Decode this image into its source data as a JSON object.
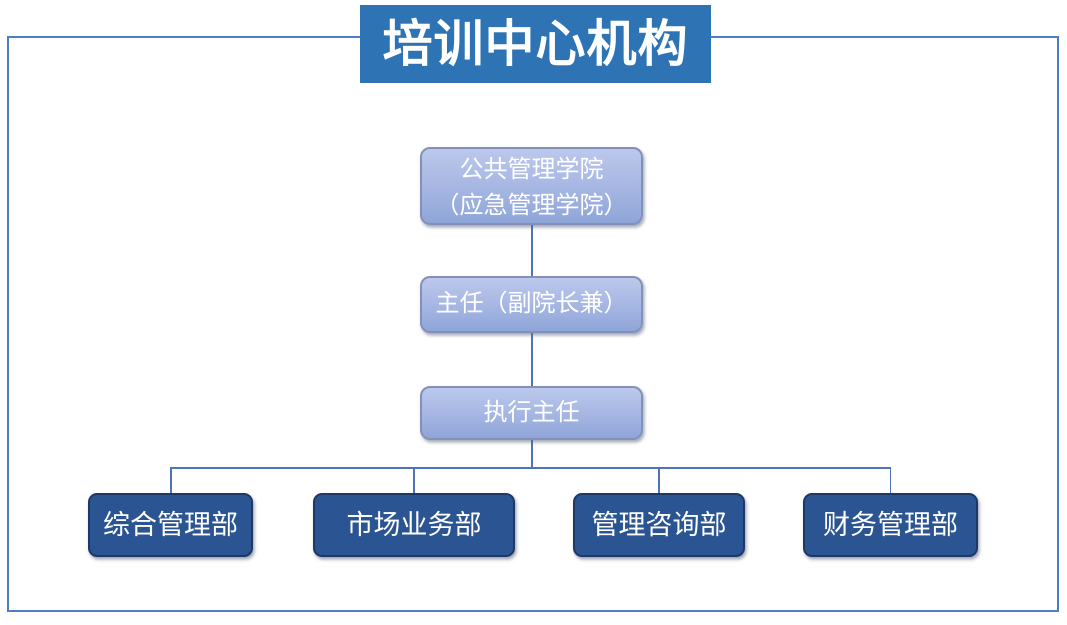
{
  "page": {
    "title": "培训中心机构"
  },
  "org_chart": {
    "root": {
      "line1": "公共管理学院",
      "line2": "（应急管理学院）"
    },
    "director": "主任（副院长兼）",
    "executive_director": "执行主任",
    "departments": [
      "综合管理部",
      "市场业务部",
      "管理咨询部",
      "财务管理部"
    ]
  },
  "colors": {
    "title_bg": "#2E74B5",
    "title_text": "#FFFFFF",
    "node_light_top": "#BCC8EC",
    "node_light_bottom": "#8FA5D8",
    "node_light_border": "#8391B8",
    "node_dark_bg": "#2B5492",
    "node_dark_border": "#1F3864",
    "node_text": "#FFFFFF",
    "connector": "#4D74BA",
    "frame_border": "#4D7DC5"
  }
}
